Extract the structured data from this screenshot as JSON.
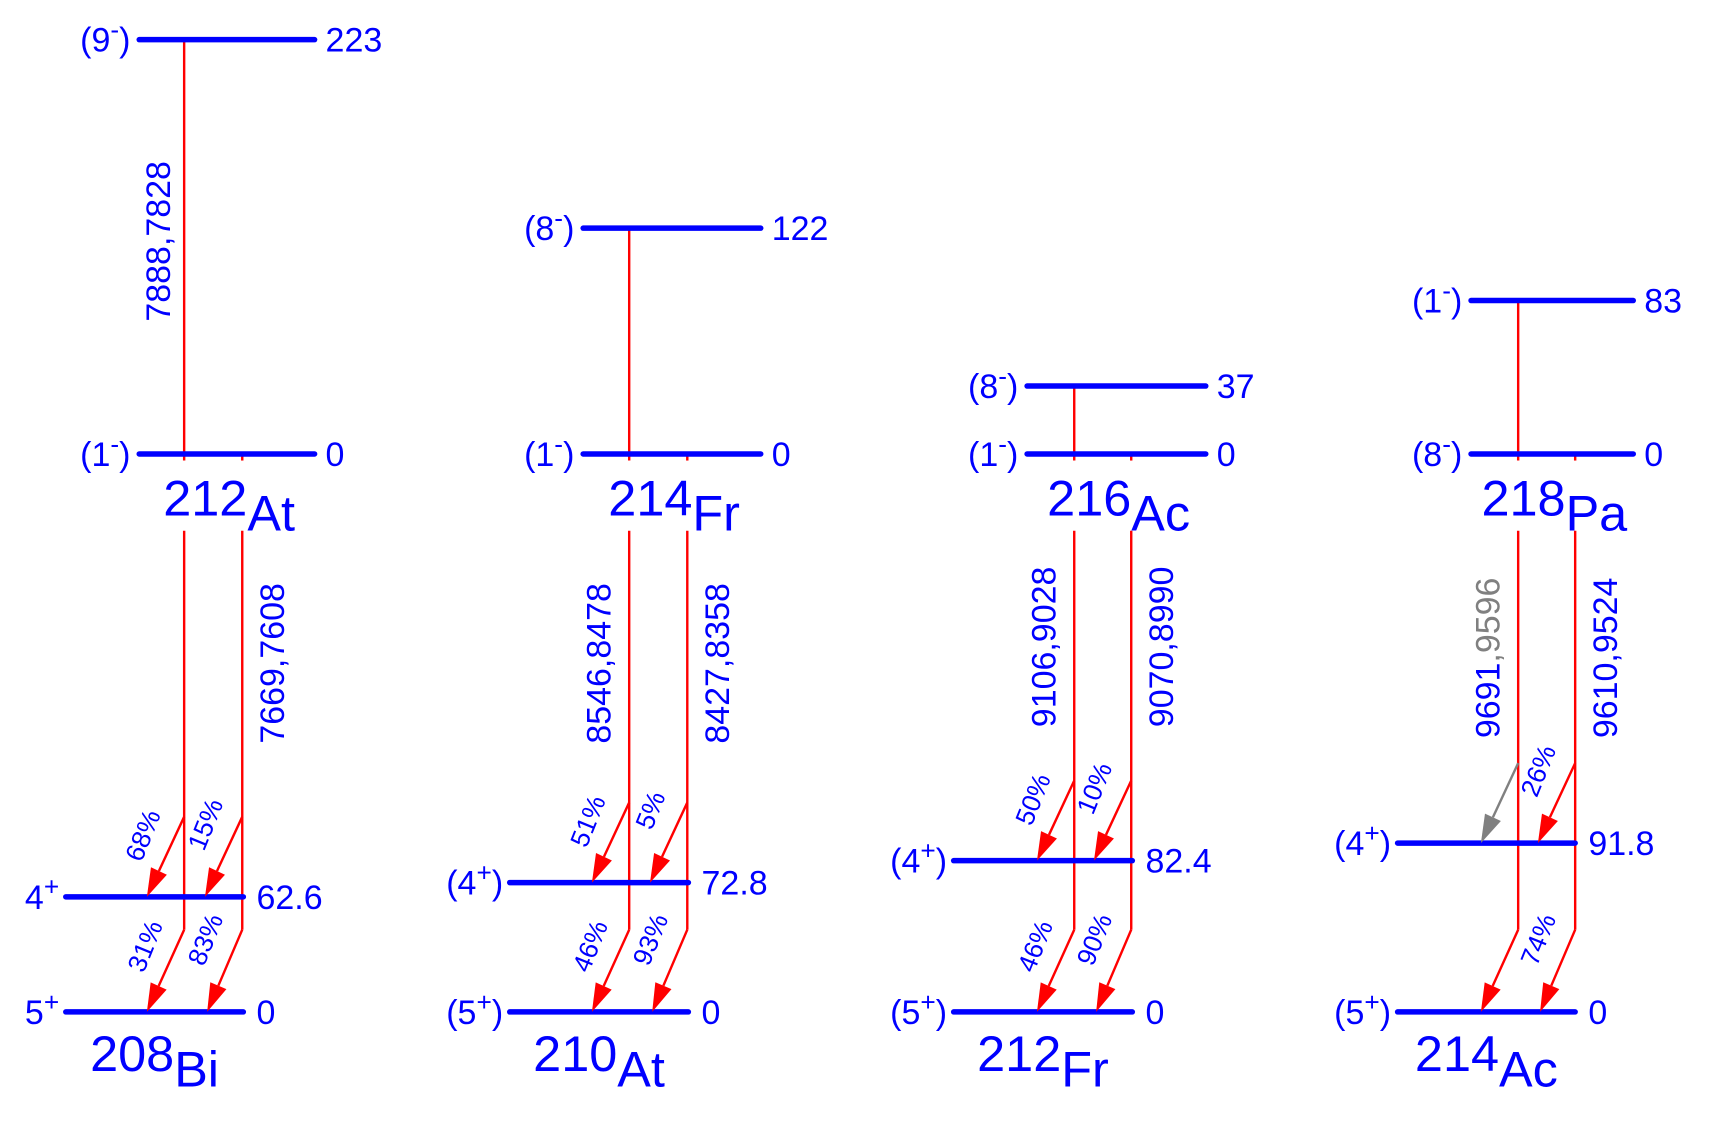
{
  "colors": {
    "level": "#0000ff",
    "transition": "#ff0000",
    "tentative": "#808080",
    "text": "#0000ff"
  },
  "panels": [
    {
      "parent": {
        "mass": "212",
        "symbol": "At"
      },
      "daughter": {
        "mass": "208",
        "symbol": "Bi"
      },
      "parent_levels": [
        {
          "j": "9",
          "parity": "-",
          "tentative": true,
          "energy": "223"
        },
        {
          "j": "1",
          "parity": "-",
          "tentative": true,
          "energy": "0"
        }
      ],
      "daughter_levels": [
        {
          "j": "4",
          "parity": "+",
          "tentative": false,
          "energy": "62.6"
        },
        {
          "j": "5",
          "parity": "+",
          "tentative": false,
          "energy": "0"
        }
      ],
      "isomer_alpha": "7888,7828",
      "alpha_left": null,
      "alpha_right": "7669,7608",
      "branchings": {
        "line1_to_4": "68%",
        "line2_to_4": "15%",
        "line1_to_5": "31%",
        "line2_to_5": "83%"
      }
    },
    {
      "parent": {
        "mass": "214",
        "symbol": "Fr"
      },
      "daughter": {
        "mass": "210",
        "symbol": "At"
      },
      "parent_levels": [
        {
          "j": "8",
          "parity": "-",
          "tentative": true,
          "energy": "122"
        },
        {
          "j": "1",
          "parity": "-",
          "tentative": true,
          "energy": "0"
        }
      ],
      "daughter_levels": [
        {
          "j": "4",
          "parity": "+",
          "tentative": true,
          "energy": "72.8"
        },
        {
          "j": "5",
          "parity": "+",
          "tentative": true,
          "energy": "0"
        }
      ],
      "isomer_alpha": null,
      "alpha_left": "8546,8478",
      "alpha_right": "8427,8358",
      "branchings": {
        "line1_to_4": "51%",
        "line2_to_4": "5%",
        "line1_to_5": "46%",
        "line2_to_5": "93%"
      }
    },
    {
      "parent": {
        "mass": "216",
        "symbol": "Ac"
      },
      "daughter": {
        "mass": "212",
        "symbol": "Fr"
      },
      "parent_levels": [
        {
          "j": "8",
          "parity": "-",
          "tentative": true,
          "energy": "37"
        },
        {
          "j": "1",
          "parity": "-",
          "tentative": true,
          "energy": "0"
        }
      ],
      "daughter_levels": [
        {
          "j": "4",
          "parity": "+",
          "tentative": true,
          "energy": "82.4"
        },
        {
          "j": "5",
          "parity": "+",
          "tentative": true,
          "energy": "0"
        }
      ],
      "isomer_alpha": null,
      "alpha_left": "9106,9028",
      "alpha_right": "9070,8990",
      "branchings": {
        "line1_to_4": "50%",
        "line2_to_4": "10%",
        "line1_to_5": "46%",
        "line2_to_5": "90%"
      }
    },
    {
      "parent": {
        "mass": "218",
        "symbol": "Pa"
      },
      "daughter": {
        "mass": "214",
        "symbol": "Ac"
      },
      "parent_levels": [
        {
          "j": "1",
          "parity": "-",
          "tentative": true,
          "energy": "83"
        },
        {
          "j": "8",
          "parity": "-",
          "tentative": true,
          "energy": "0"
        }
      ],
      "daughter_levels": [
        {
          "j": "4",
          "parity": "+",
          "tentative": true,
          "energy": "91.8"
        },
        {
          "j": "5",
          "parity": "+",
          "tentative": true,
          "energy": "0"
        }
      ],
      "isomer_alpha": null,
      "alpha_left_parts": [
        "9691",
        ",9596"
      ],
      "alpha_right": "9610,9524",
      "branchings": {
        "line1_to_4": null,
        "line2_to_4": "26%",
        "line1_to_5": null,
        "line2_to_5": "74%"
      },
      "line1_to_4_tentative": true
    }
  ]
}
